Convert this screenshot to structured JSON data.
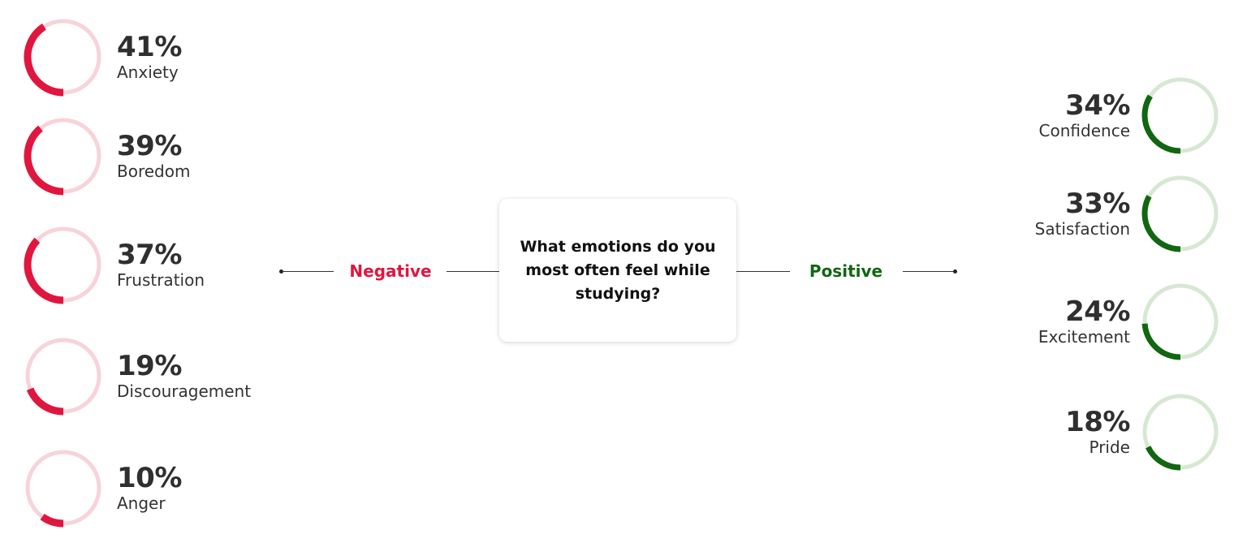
{
  "question": "What emotions do you most often feel while studying?",
  "colors": {
    "negative": "#e0163f",
    "negative_track": "#f8d3d9",
    "positive": "#116611",
    "positive_track": "#d6e8d2"
  },
  "chart_data": {
    "type": "donut",
    "groups": [
      {
        "name": "Negative",
        "items": [
          {
            "label": "Anxiety",
            "value": 41,
            "display": "41%"
          },
          {
            "label": "Boredom",
            "value": 39,
            "display": "39%"
          },
          {
            "label": "Frustration",
            "value": 37,
            "display": "37%"
          },
          {
            "label": "Discouragement",
            "value": 19,
            "display": "19%"
          },
          {
            "label": "Anger",
            "value": 10,
            "display": "10%"
          }
        ]
      },
      {
        "name": "Positive",
        "items": [
          {
            "label": "Confidence",
            "value": 34,
            "display": "34%"
          },
          {
            "label": "Satisfaction",
            "value": 33,
            "display": "33%"
          },
          {
            "label": "Excitement",
            "value": 24,
            "display": "24%"
          },
          {
            "label": "Pride",
            "value": 18,
            "display": "18%"
          }
        ]
      }
    ]
  }
}
